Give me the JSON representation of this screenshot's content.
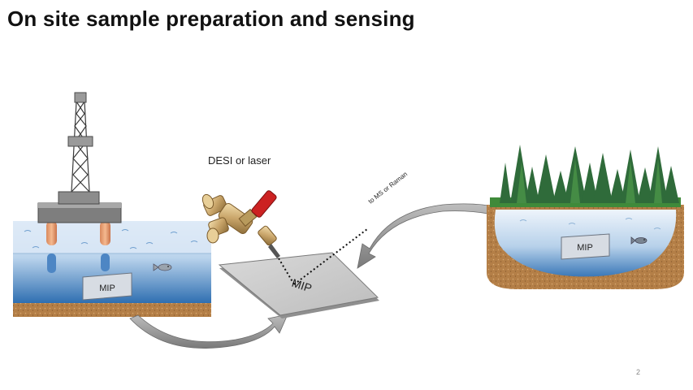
{
  "title": "On site sample preparation and sensing",
  "labels": {
    "desi": "DESI or laser",
    "to_ms": "to MS or Raman",
    "mip_platform": "MIP",
    "mip_sheet": "MIP",
    "mip_lake": "MIP"
  },
  "page_number": "2",
  "colors": {
    "water_top": "#dbe9f6",
    "water_deep": "#2f6fb1",
    "soil": "#b9864f",
    "forest": "#2f6b3a",
    "valve_brass": "#c9a56a",
    "valve_handle": "#cc2222"
  }
}
